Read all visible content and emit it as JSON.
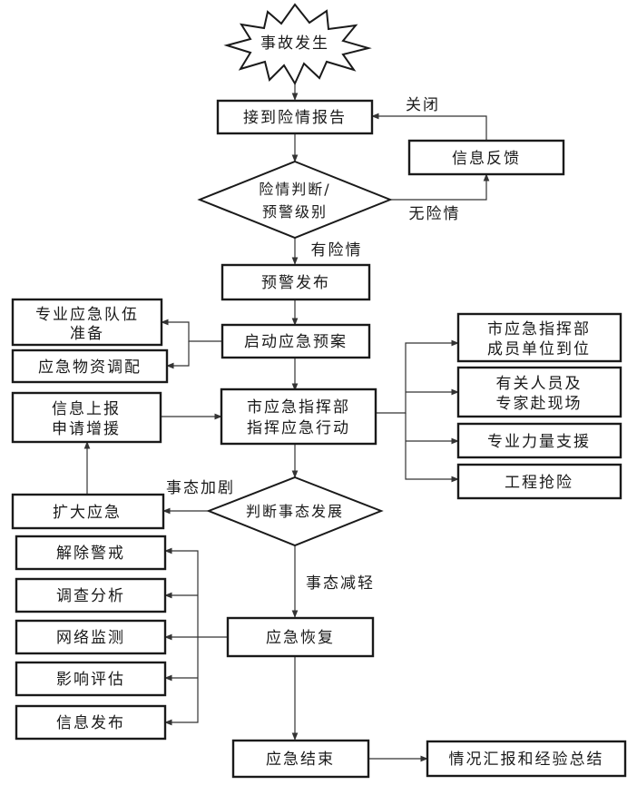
{
  "nodes": {
    "start": "事故发生",
    "receive_report": "接到险情报告",
    "info_feedback": "信息反馈",
    "judge": [
      "险情判断/",
      "预警级别"
    ],
    "warning_release": "预警发布",
    "start_plan": "启动应急预案",
    "team_prep": [
      "专业应急队伍",
      "准备"
    ],
    "material_dispatch": "应急物资调配",
    "report_up": [
      "信息上报",
      "申请增援"
    ],
    "command": [
      "市应急指挥部",
      "指挥应急行动"
    ],
    "members_arrive": [
      "市应急指挥部",
      "成员单位到位"
    ],
    "experts_onsite": [
      "有关人员及",
      "专家赴现场"
    ],
    "support": "专业力量支援",
    "rescue": "工程抢险",
    "expand": "扩大应急",
    "judge_trend": "判断事态发展",
    "lift_alert": "解除警戒",
    "investigate": "调查分析",
    "network_monitor": "网络监测",
    "impact_assess": "影响评估",
    "info_release": "信息发布",
    "recovery": "应急恢复",
    "end": "应急结束",
    "summary": "情况汇报和经验总结"
  },
  "edge_labels": {
    "close": "关闭",
    "no_danger": "无险情",
    "has_danger": "有险情",
    "escalate": "事态加剧",
    "mitigate": "事态减轻"
  }
}
